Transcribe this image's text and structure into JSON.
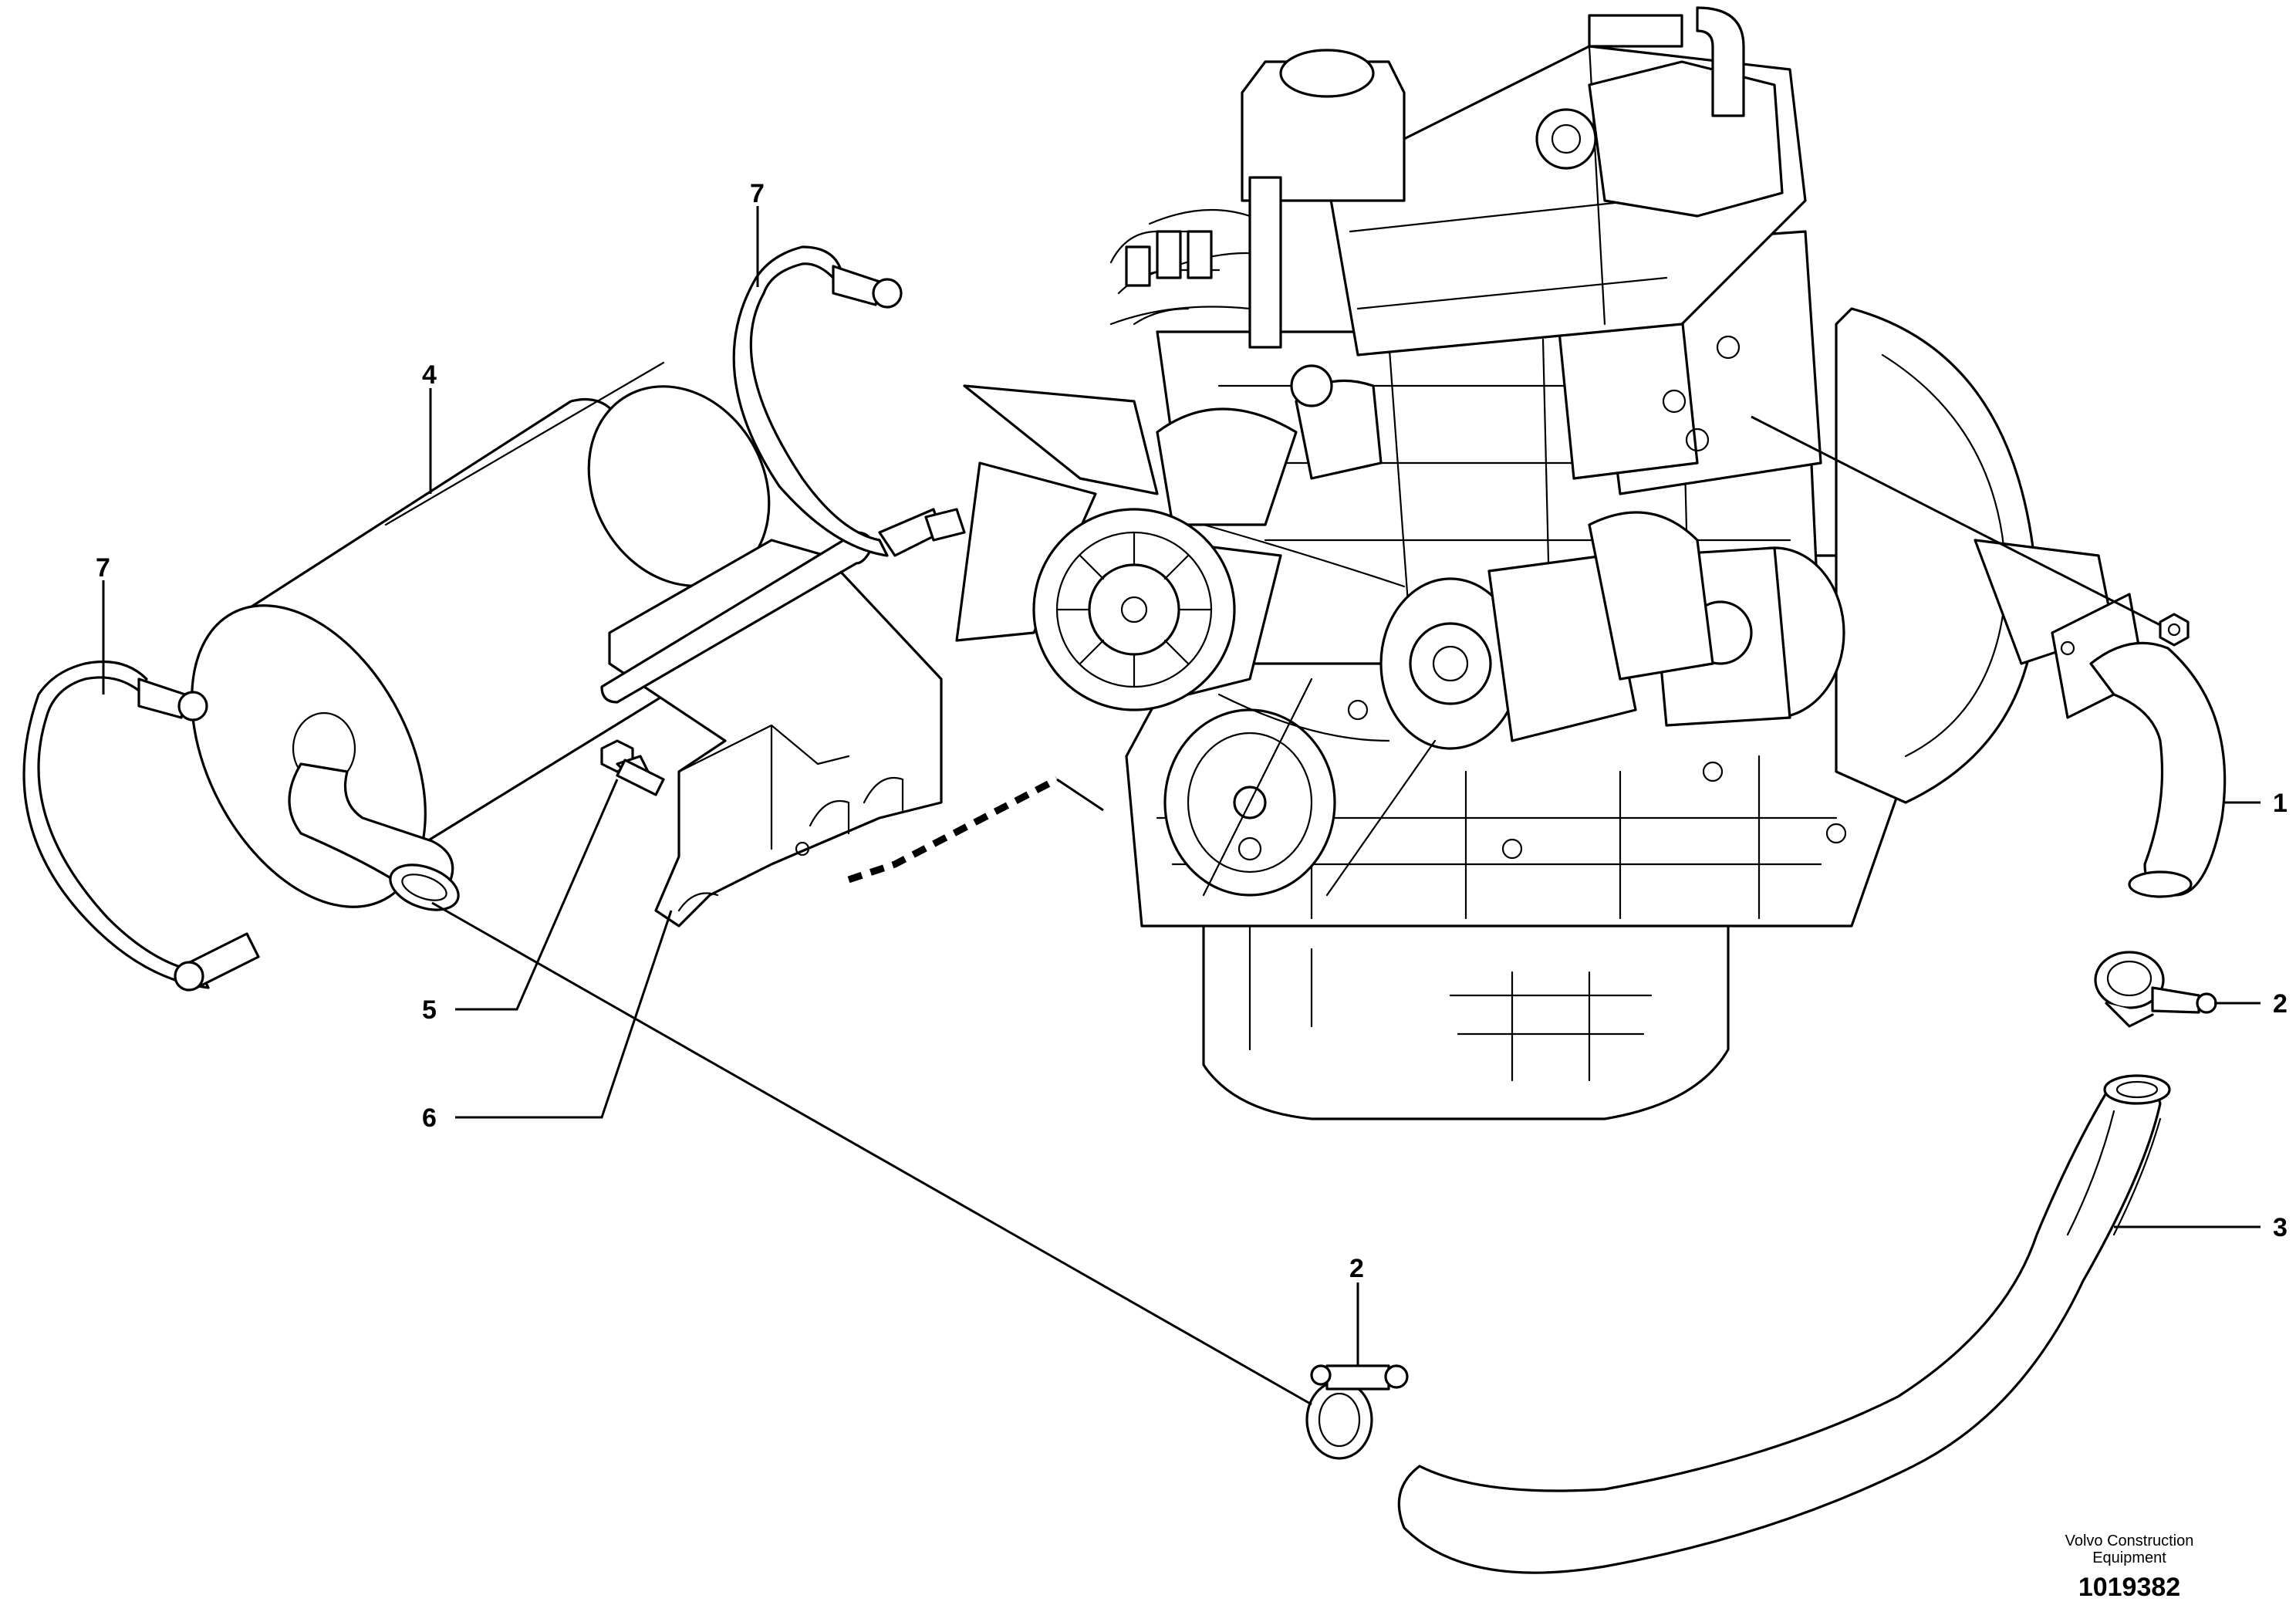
{
  "callouts": {
    "c1": "1",
    "c2a": "2",
    "c2b": "2",
    "c3": "3",
    "c4": "4",
    "c5": "5",
    "c6": "6",
    "c7a": "7",
    "c7b": "7"
  },
  "footer": {
    "brand_line1": "Volvo Construction",
    "brand_line2": "Equipment",
    "document_number": "1019382"
  }
}
